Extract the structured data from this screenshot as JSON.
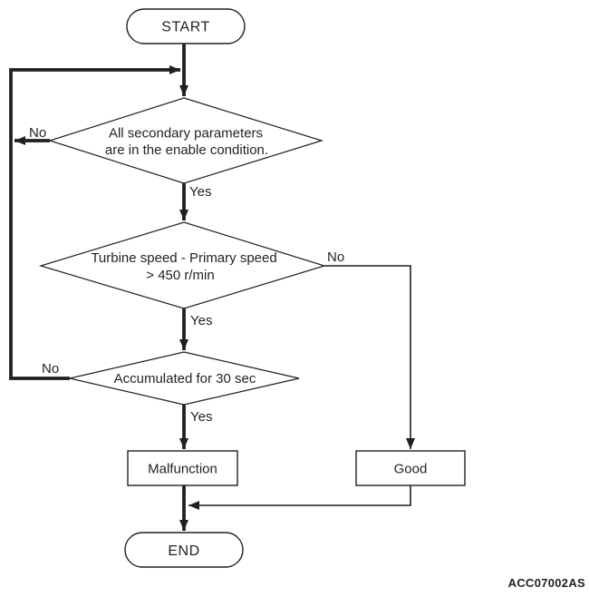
{
  "figure": {
    "code": "ACC07002AS"
  },
  "colors": {
    "line": "#231f20",
    "node_fill": "#ffffff",
    "background": "#ffffff"
  },
  "flowchart": {
    "start": {
      "label": "START"
    },
    "decision_secondary_params": {
      "line1": "All secondary parameters",
      "line2": "are in the enable condition.",
      "yes": "Yes",
      "no": "No"
    },
    "decision_turbine_speed": {
      "line1": "Turbine speed - Primary speed",
      "line2": "> 450 r/min",
      "yes": "Yes",
      "no": "No"
    },
    "decision_accumulated": {
      "label": "Accumulated for 30 sec",
      "yes": "Yes",
      "no": "No"
    },
    "outcome_malfunction": {
      "label": "Malfunction"
    },
    "outcome_good": {
      "label": "Good"
    },
    "end": {
      "label": "END"
    }
  }
}
